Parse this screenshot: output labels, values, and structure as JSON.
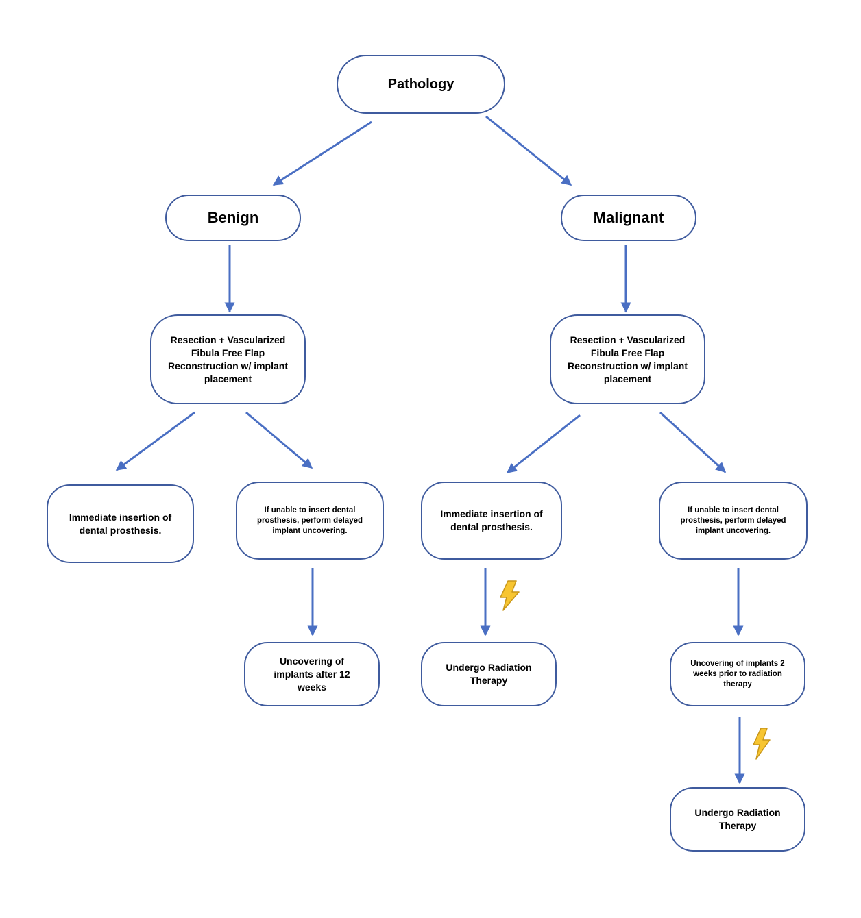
{
  "nodes": {
    "pathology": "Pathology",
    "benign": "Benign",
    "malignant": "Malignant",
    "benign_resection": "Resection + Vascularized Fibula Free Flap Reconstruction w/ implant placement",
    "malignant_resection": "Resection + Vascularized Fibula Free Flap Reconstruction w/ implant placement",
    "benign_immediate": "Immediate insertion of dental prosthesis.",
    "benign_delayed": "If unable to insert dental prosthesis, perform delayed implant uncovering.",
    "malignant_immediate": "Immediate insertion of dental prosthesis.",
    "malignant_delayed": "If unable to insert dental prosthesis, perform delayed implant uncovering.",
    "benign_uncovering": "Uncovering of implants after 12 weeks",
    "malignant_radiation_1": "Undergo Radiation Therapy",
    "malignant_uncovering": "Uncovering of implants 2 weeks prior to radiation therapy",
    "malignant_radiation_2": "Undergo Radiation Therapy"
  },
  "icons": {
    "radiation_marker": "lightning-bolt"
  },
  "colors": {
    "arrow": "#4a6fc3",
    "node_border": "#3f5b9e",
    "bolt_fill": "#f7c531",
    "bolt_stroke": "#c8961a"
  }
}
